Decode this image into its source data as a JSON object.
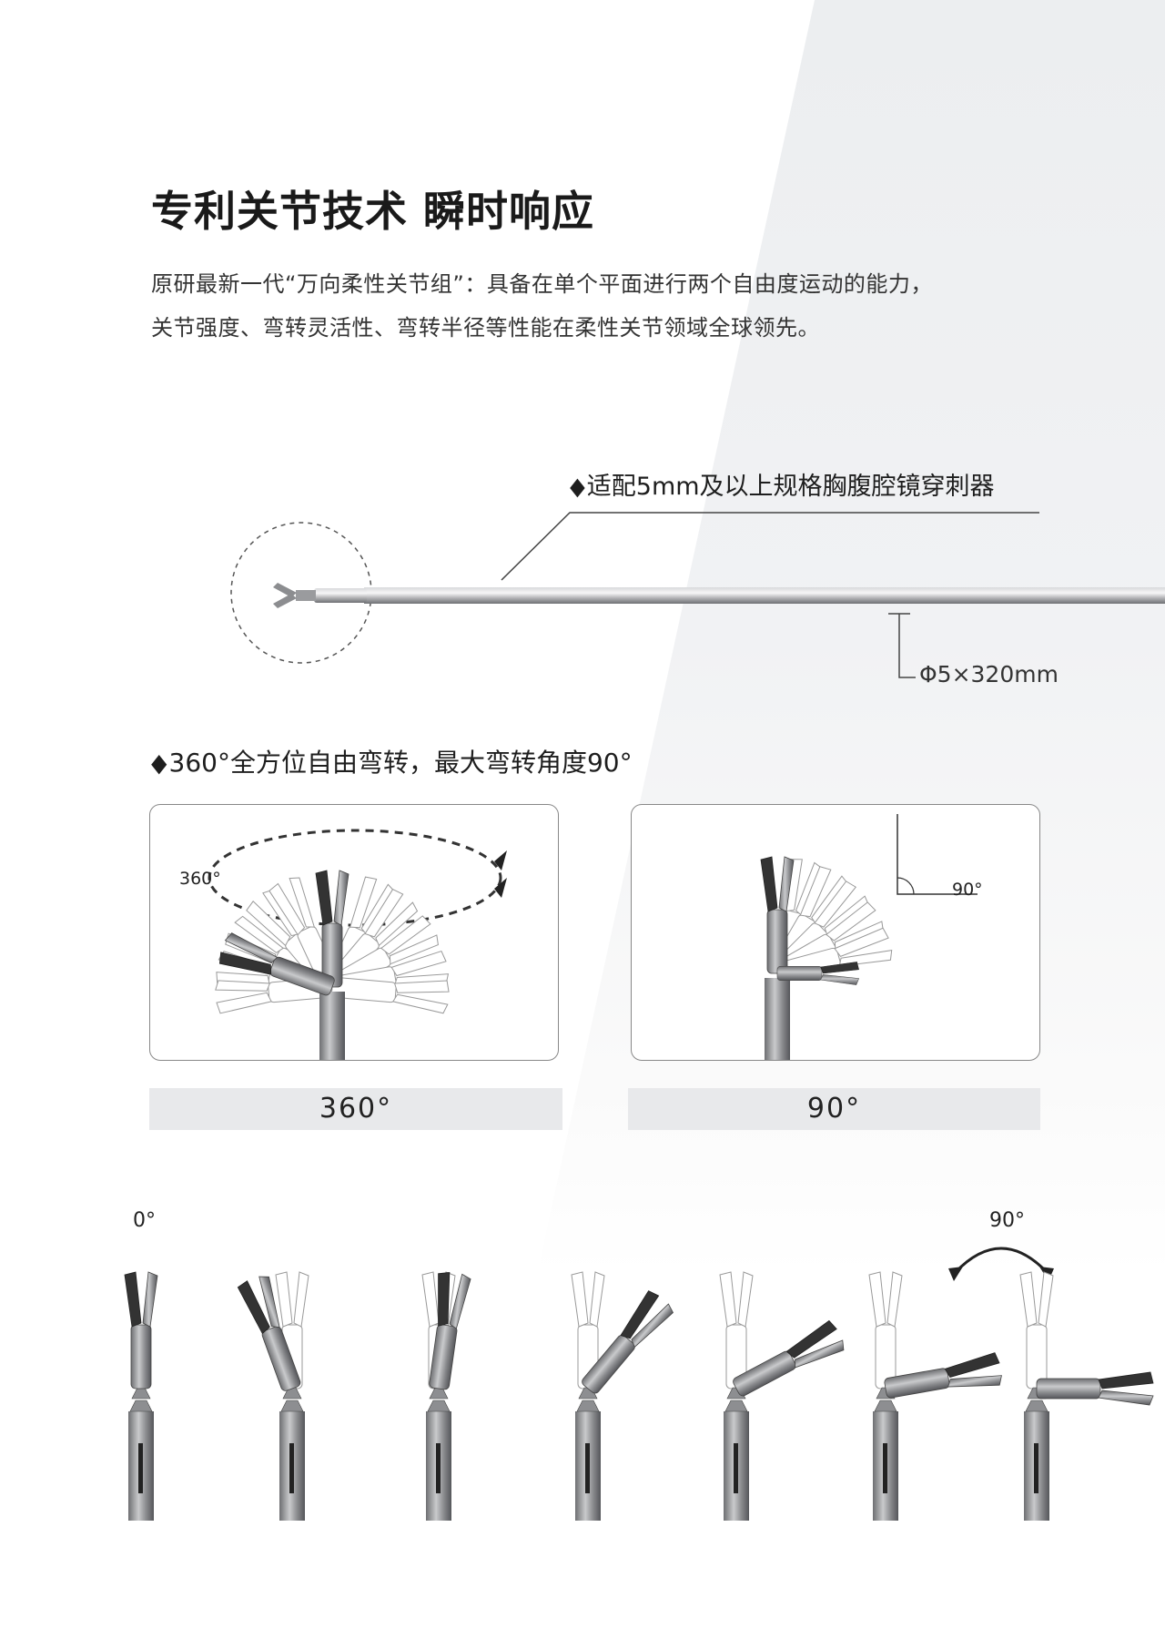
{
  "header": {
    "title": "专利关节技术 瞬时响应",
    "description": [
      "原研最新一代“万向柔性关节组”：具备在单个平面进行两个自由度运动的能力，",
      "关节强度、弯转灵活性、弯转半径等性能在柔性关节领域全球领先。"
    ]
  },
  "instrument": {
    "trocar_note": "适配5mm及以上规格胸腹腔镜穿刺器",
    "dimension": "Φ5×320mm",
    "bullet": "◆"
  },
  "rotation": {
    "heading": "360°全方位自由弯转，最大弯转角度90°",
    "cards": [
      {
        "inner_label": "360°",
        "caption": "360°"
      },
      {
        "inner_label": "90°",
        "caption": "90°"
      }
    ]
  },
  "sequence": {
    "start_label": "0°",
    "end_label": "90°",
    "bend_angles_deg": [
      0,
      -20,
      8,
      40,
      62,
      80,
      90
    ]
  },
  "colors": {
    "text": "#1a1a1a",
    "caption_bg": "#e8e9eb",
    "shade": "#eceef0"
  }
}
